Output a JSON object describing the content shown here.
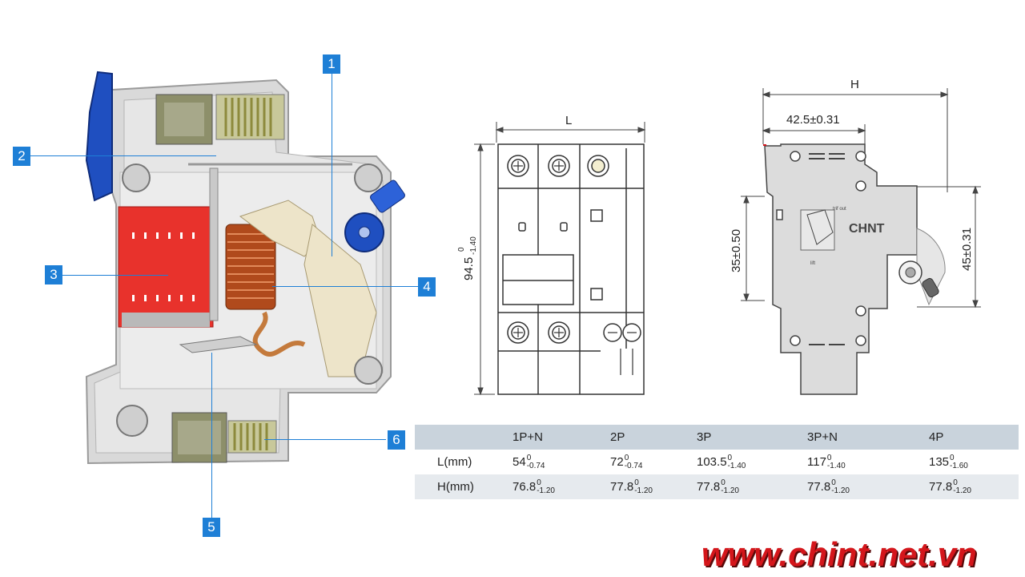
{
  "callouts": [
    "1",
    "2",
    "3",
    "4",
    "5",
    "6"
  ],
  "front_view": {
    "width_label": "L",
    "height_label": "94.5",
    "height_tol_upper": "0",
    "height_tol_lower": "-1.40"
  },
  "side_view": {
    "height_label": "H",
    "depth_label": "42.5±0.31",
    "left_label": "35±0.50",
    "right_label": "45±0.31",
    "brand": "CHNT",
    "trip_label": "trif out",
    "lift_label": "lift"
  },
  "table": {
    "columns": [
      "",
      "1P+N",
      "2P",
      "3P",
      "3P+N",
      "4P"
    ],
    "rows": [
      {
        "label": "L(mm)",
        "cells": [
          {
            "value": "54",
            "upper": "0",
            "lower": "-0.74"
          },
          {
            "value": "72",
            "upper": "0",
            "lower": "-0.74"
          },
          {
            "value": "103.5",
            "upper": "0",
            "lower": "-1.40"
          },
          {
            "value": "117",
            "upper": "0",
            "lower": "-1.40"
          },
          {
            "value": "135",
            "upper": "0",
            "lower": "-1.60"
          }
        ]
      },
      {
        "label": "H(mm)",
        "cells": [
          {
            "value": "76.8",
            "upper": "0",
            "lower": "-1.20"
          },
          {
            "value": "77.8",
            "upper": "0",
            "lower": "-1.20"
          },
          {
            "value": "77.8",
            "upper": "0",
            "lower": "-1.20"
          },
          {
            "value": "77.8",
            "upper": "0",
            "lower": "-1.20"
          },
          {
            "value": "77.8",
            "upper": "0",
            "lower": "-1.20"
          }
        ]
      }
    ]
  },
  "watermark": "www.chint.net.vn",
  "colors": {
    "callout": "#1e7fd6",
    "watermark": "#d4161b",
    "coil": "#b04a1c",
    "arc_chute": "#e8322c",
    "handle": "#1f4fc0"
  }
}
